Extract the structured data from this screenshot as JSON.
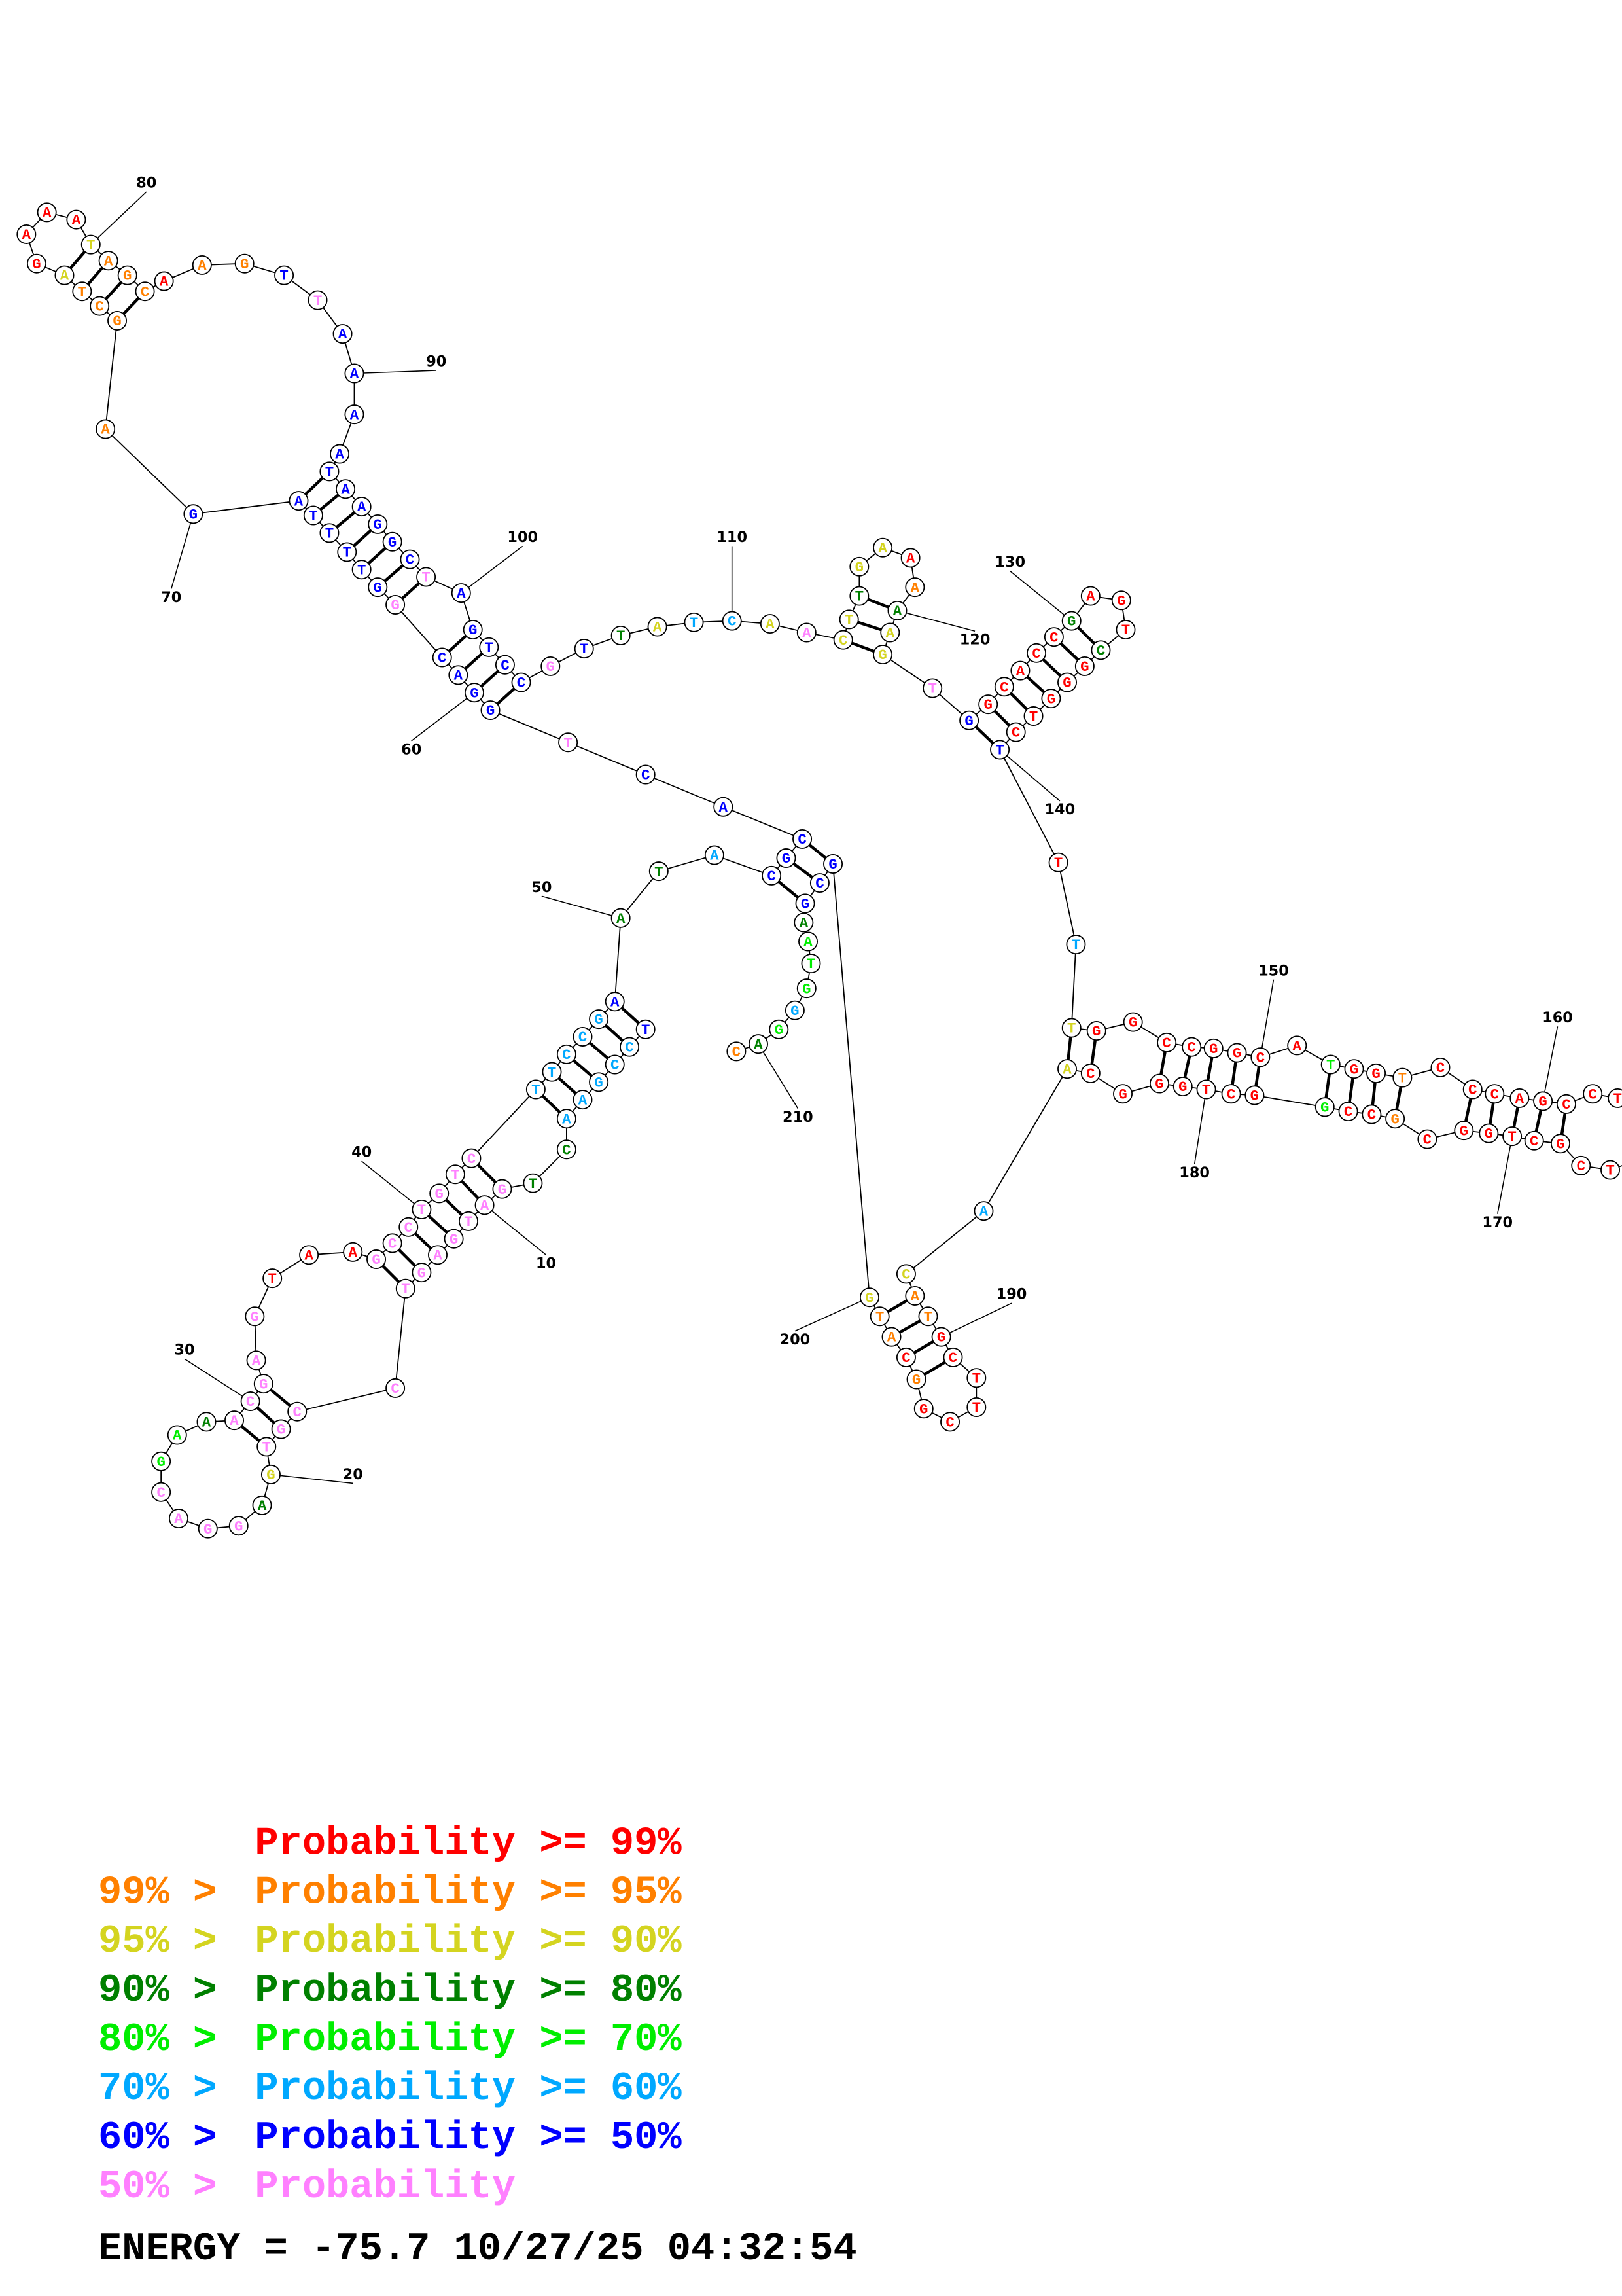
{
  "colors": {
    "r": "#ff0000",
    "o": "#ff8000",
    "y": "#d4d420",
    "dg": "#008000",
    "g": "#00ee00",
    "c": "#00a8ff",
    "b": "#0000ff",
    "p": "#ff80ff"
  },
  "nucleotides": [
    [
      1,
      "T",
      "b"
    ],
    [
      2,
      "C",
      "c"
    ],
    [
      3,
      "C",
      "c"
    ],
    [
      4,
      "G",
      "c"
    ],
    [
      5,
      "A",
      "c"
    ],
    [
      6,
      "A",
      "c"
    ],
    [
      7,
      "C",
      "dg"
    ],
    [
      8,
      "T",
      "dg"
    ],
    [
      9,
      "G",
      "p"
    ],
    [
      10,
      "A",
      "p"
    ],
    [
      11,
      "T",
      "p"
    ],
    [
      12,
      "G",
      "p"
    ],
    [
      13,
      "A",
      "p"
    ],
    [
      14,
      "G",
      "p"
    ],
    [
      15,
      "T",
      "p"
    ],
    [
      16,
      "C",
      "p"
    ],
    [
      17,
      "C",
      "p"
    ],
    [
      18,
      "G",
      "p"
    ],
    [
      19,
      "T",
      "p"
    ],
    [
      20,
      "G",
      "y"
    ],
    [
      21,
      "A",
      "dg"
    ],
    [
      22,
      "G",
      "p"
    ],
    [
      23,
      "G",
      "p"
    ],
    [
      24,
      "A",
      "p"
    ],
    [
      25,
      "C",
      "p"
    ],
    [
      26,
      "G",
      "g"
    ],
    [
      27,
      "A",
      "g"
    ],
    [
      28,
      "A",
      "dg"
    ],
    [
      29,
      "A",
      "p"
    ],
    [
      30,
      "C",
      "p"
    ],
    [
      31,
      "G",
      "p"
    ],
    [
      32,
      "A",
      "p"
    ],
    [
      33,
      "G",
      "p"
    ],
    [
      34,
      "T",
      "r"
    ],
    [
      35,
      "A",
      "r"
    ],
    [
      36,
      "A",
      "r"
    ],
    [
      37,
      "G",
      "p"
    ],
    [
      38,
      "C",
      "p"
    ],
    [
      39,
      "C",
      "p"
    ],
    [
      40,
      "T",
      "p"
    ],
    [
      41,
      "G",
      "p"
    ],
    [
      42,
      "T",
      "p"
    ],
    [
      43,
      "C",
      "p"
    ],
    [
      44,
      "T",
      "c"
    ],
    [
      45,
      "T",
      "c"
    ],
    [
      46,
      "C",
      "c"
    ],
    [
      47,
      "C",
      "c"
    ],
    [
      48,
      "G",
      "c"
    ],
    [
      49,
      "A",
      "b"
    ],
    [
      50,
      "A",
      "dg"
    ],
    [
      51,
      "T",
      "dg"
    ],
    [
      52,
      "A",
      "c"
    ],
    [
      53,
      "C",
      "b"
    ],
    [
      54,
      "G",
      "b"
    ],
    [
      55,
      "C",
      "b"
    ],
    [
      56,
      "A",
      "b"
    ],
    [
      57,
      "C",
      "b"
    ],
    [
      58,
      "T",
      "p"
    ],
    [
      59,
      "G",
      "b"
    ],
    [
      60,
      "G",
      "b"
    ],
    [
      61,
      "A",
      "b"
    ],
    [
      62,
      "C",
      "b"
    ],
    [
      63,
      "G",
      "p"
    ],
    [
      64,
      "G",
      "b"
    ],
    [
      65,
      "T",
      "b"
    ],
    [
      66,
      "T",
      "b"
    ],
    [
      67,
      "T",
      "b"
    ],
    [
      68,
      "T",
      "b"
    ],
    [
      69,
      "A",
      "b"
    ],
    [
      70,
      "G",
      "b"
    ],
    [
      71,
      "A",
      "o"
    ],
    [
      72,
      "G",
      "o"
    ],
    [
      73,
      "C",
      "o"
    ],
    [
      74,
      "T",
      "o"
    ],
    [
      75,
      "A",
      "y"
    ],
    [
      76,
      "G",
      "r"
    ],
    [
      77,
      "A",
      "r"
    ],
    [
      78,
      "A",
      "r"
    ],
    [
      79,
      "A",
      "r"
    ],
    [
      80,
      "T",
      "y"
    ],
    [
      81,
      "A",
      "o"
    ],
    [
      82,
      "G",
      "o"
    ],
    [
      83,
      "C",
      "o"
    ],
    [
      84,
      "A",
      "r"
    ],
    [
      85,
      "A",
      "o"
    ],
    [
      86,
      "G",
      "o"
    ],
    [
      87,
      "T",
      "b"
    ],
    [
      88,
      "T",
      "p"
    ],
    [
      89,
      "A",
      "b"
    ],
    [
      90,
      "A",
      "b"
    ],
    [
      91,
      "A",
      "b"
    ],
    [
      92,
      "A",
      "b"
    ],
    [
      93,
      "T",
      "b"
    ],
    [
      94,
      "A",
      "b"
    ],
    [
      95,
      "A",
      "b"
    ],
    [
      96,
      "G",
      "b"
    ],
    [
      97,
      "G",
      "b"
    ],
    [
      98,
      "C",
      "b"
    ],
    [
      99,
      "T",
      "p"
    ],
    [
      100,
      "A",
      "b"
    ],
    [
      101,
      "G",
      "b"
    ],
    [
      102,
      "T",
      "b"
    ],
    [
      103,
      "C",
      "b"
    ],
    [
      104,
      "C",
      "b"
    ],
    [
      105,
      "G",
      "p"
    ],
    [
      106,
      "T",
      "b"
    ],
    [
      107,
      "T",
      "dg"
    ],
    [
      108,
      "A",
      "y"
    ],
    [
      109,
      "T",
      "c"
    ],
    [
      110,
      "C",
      "c"
    ],
    [
      111,
      "A",
      "y"
    ],
    [
      112,
      "A",
      "p"
    ],
    [
      113,
      "C",
      "y"
    ],
    [
      114,
      "T",
      "y"
    ],
    [
      115,
      "T",
      "dg"
    ],
    [
      116,
      "G",
      "y"
    ],
    [
      117,
      "A",
      "y"
    ],
    [
      118,
      "A",
      "r"
    ],
    [
      119,
      "A",
      "o"
    ],
    [
      120,
      "A",
      "dg"
    ],
    [
      121,
      "A",
      "y"
    ],
    [
      122,
      "G",
      "y"
    ],
    [
      123,
      "T",
      "p"
    ],
    [
      124,
      "G",
      "b"
    ],
    [
      125,
      "G",
      "r"
    ],
    [
      126,
      "C",
      "r"
    ],
    [
      127,
      "A",
      "r"
    ],
    [
      128,
      "C",
      "r"
    ],
    [
      129,
      "C",
      "r"
    ],
    [
      130,
      "G",
      "dg"
    ],
    [
      131,
      "A",
      "r"
    ],
    [
      132,
      "G",
      "r"
    ],
    [
      133,
      "T",
      "r"
    ],
    [
      134,
      "C",
      "dg"
    ],
    [
      135,
      "G",
      "r"
    ],
    [
      136,
      "G",
      "r"
    ],
    [
      137,
      "G",
      "r"
    ],
    [
      138,
      "T",
      "r"
    ],
    [
      139,
      "C",
      "r"
    ],
    [
      140,
      "T",
      "b"
    ],
    [
      141,
      "T",
      "r"
    ],
    [
      142,
      "T",
      "c"
    ],
    [
      143,
      "T",
      "y"
    ],
    [
      144,
      "G",
      "r"
    ],
    [
      145,
      "G",
      "r"
    ],
    [
      146,
      "C",
      "r"
    ],
    [
      147,
      "C",
      "r"
    ],
    [
      148,
      "G",
      "r"
    ],
    [
      149,
      "G",
      "r"
    ],
    [
      150,
      "C",
      "r"
    ],
    [
      151,
      "A",
      "r"
    ],
    [
      152,
      "T",
      "g"
    ],
    [
      153,
      "G",
      "r"
    ],
    [
      154,
      "G",
      "r"
    ],
    [
      155,
      "T",
      "o"
    ],
    [
      156,
      "C",
      "r"
    ],
    [
      157,
      "C",
      "r"
    ],
    [
      158,
      "C",
      "r"
    ],
    [
      159,
      "A",
      "r"
    ],
    [
      160,
      "G",
      "r"
    ],
    [
      161,
      "C",
      "r"
    ],
    [
      162,
      "C",
      "r"
    ],
    [
      163,
      "T",
      "r"
    ],
    [
      166,
      "T",
      "r"
    ],
    [
      167,
      "C",
      "r"
    ],
    [
      168,
      "G",
      "r"
    ],
    [
      169,
      "C",
      "r"
    ],
    [
      170,
      "T",
      "r"
    ],
    [
      171,
      "G",
      "r"
    ],
    [
      172,
      "G",
      "r"
    ],
    [
      173,
      "C",
      "r"
    ],
    [
      174,
      "G",
      "o"
    ],
    [
      175,
      "C",
      "r"
    ],
    [
      176,
      "C",
      "r"
    ],
    [
      177,
      "G",
      "g"
    ],
    [
      178,
      "G",
      "r"
    ],
    [
      179,
      "C",
      "r"
    ],
    [
      180,
      "T",
      "r"
    ],
    [
      181,
      "G",
      "r"
    ],
    [
      182,
      "G",
      "r"
    ],
    [
      183,
      "G",
      "r"
    ],
    [
      184,
      "C",
      "r"
    ],
    [
      185,
      "A",
      "y"
    ],
    [
      186,
      "A",
      "c"
    ],
    [
      187,
      "C",
      "y"
    ],
    [
      188,
      "A",
      "o"
    ],
    [
      189,
      "T",
      "o"
    ],
    [
      190,
      "G",
      "r"
    ],
    [
      191,
      "C",
      "r"
    ],
    [
      192,
      "T",
      "r"
    ],
    [
      193,
      "T",
      "r"
    ],
    [
      194,
      "C",
      "r"
    ],
    [
      195,
      "G",
      "r"
    ],
    [
      196,
      "G",
      "o"
    ],
    [
      197,
      "C",
      "r"
    ],
    [
      198,
      "A",
      "o"
    ],
    [
      199,
      "T",
      "o"
    ],
    [
      200,
      "G",
      "y"
    ],
    [
      201,
      "G",
      "b"
    ],
    [
      202,
      "C",
      "b"
    ],
    [
      203,
      "G",
      "b"
    ],
    [
      204,
      "A",
      "dg"
    ],
    [
      205,
      "A",
      "g"
    ],
    [
      206,
      "T",
      "g"
    ],
    [
      207,
      "G",
      "g"
    ],
    [
      208,
      "G",
      "c"
    ],
    [
      209,
      "G",
      "g"
    ],
    [
      210,
      "A",
      "dg"
    ],
    [
      211,
      "C",
      "o"
    ]
  ],
  "position_labels": [
    "10",
    "20",
    "30",
    "40",
    "50",
    "60",
    "70",
    "80",
    "90",
    "100",
    "110",
    "120",
    "130",
    "140",
    "150",
    "160",
    "170",
    "180",
    "190",
    "200",
    "210"
  ],
  "legend": [
    {
      "prefix": "",
      "text": "Probability >= 99%",
      "cls": "r"
    },
    {
      "prefix": "99% > ",
      "text": "Probability >= 95%",
      "cls": "o"
    },
    {
      "prefix": "95% > ",
      "text": "Probability >= 90%",
      "cls": "y"
    },
    {
      "prefix": "90% > ",
      "text": "Probability >= 80%",
      "cls": "dg"
    },
    {
      "prefix": "80% > ",
      "text": "Probability >= 70%",
      "cls": "g"
    },
    {
      "prefix": "70% > ",
      "text": "Probability >= 60%",
      "cls": "c"
    },
    {
      "prefix": "60% > ",
      "text": "Probability >= 50%",
      "cls": "b"
    },
    {
      "prefix": "50% > ",
      "text": "Probability",
      "cls": "p"
    }
  ],
  "footer": "ENERGY = -75.7  10/27/25 04:32:54"
}
